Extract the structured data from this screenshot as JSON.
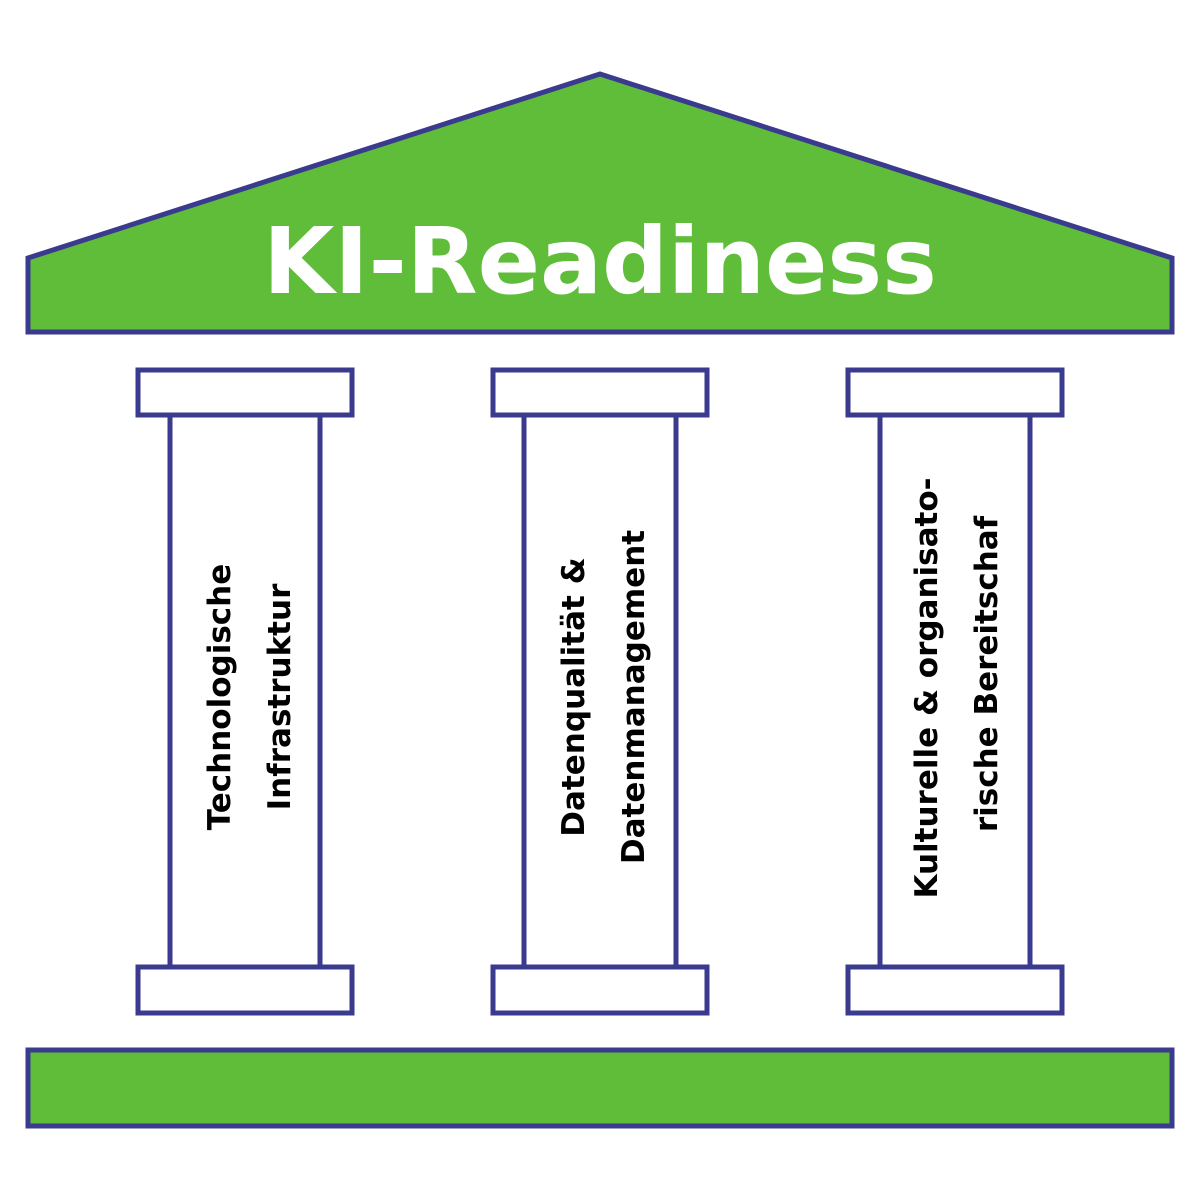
{
  "title": "KI-Readiness",
  "colors": {
    "green": "#5fbd3a",
    "outline": "#3a3a8f",
    "pillar_fill": "#ffffff"
  },
  "pillars": [
    {
      "lines": [
        "Technologische",
        "Infrastruktur"
      ]
    },
    {
      "lines": [
        "Datenqualität &",
        "Datenmanagement"
      ]
    },
    {
      "lines": [
        "Kulturelle & organisato-",
        "rische Bereitschaf"
      ]
    }
  ]
}
